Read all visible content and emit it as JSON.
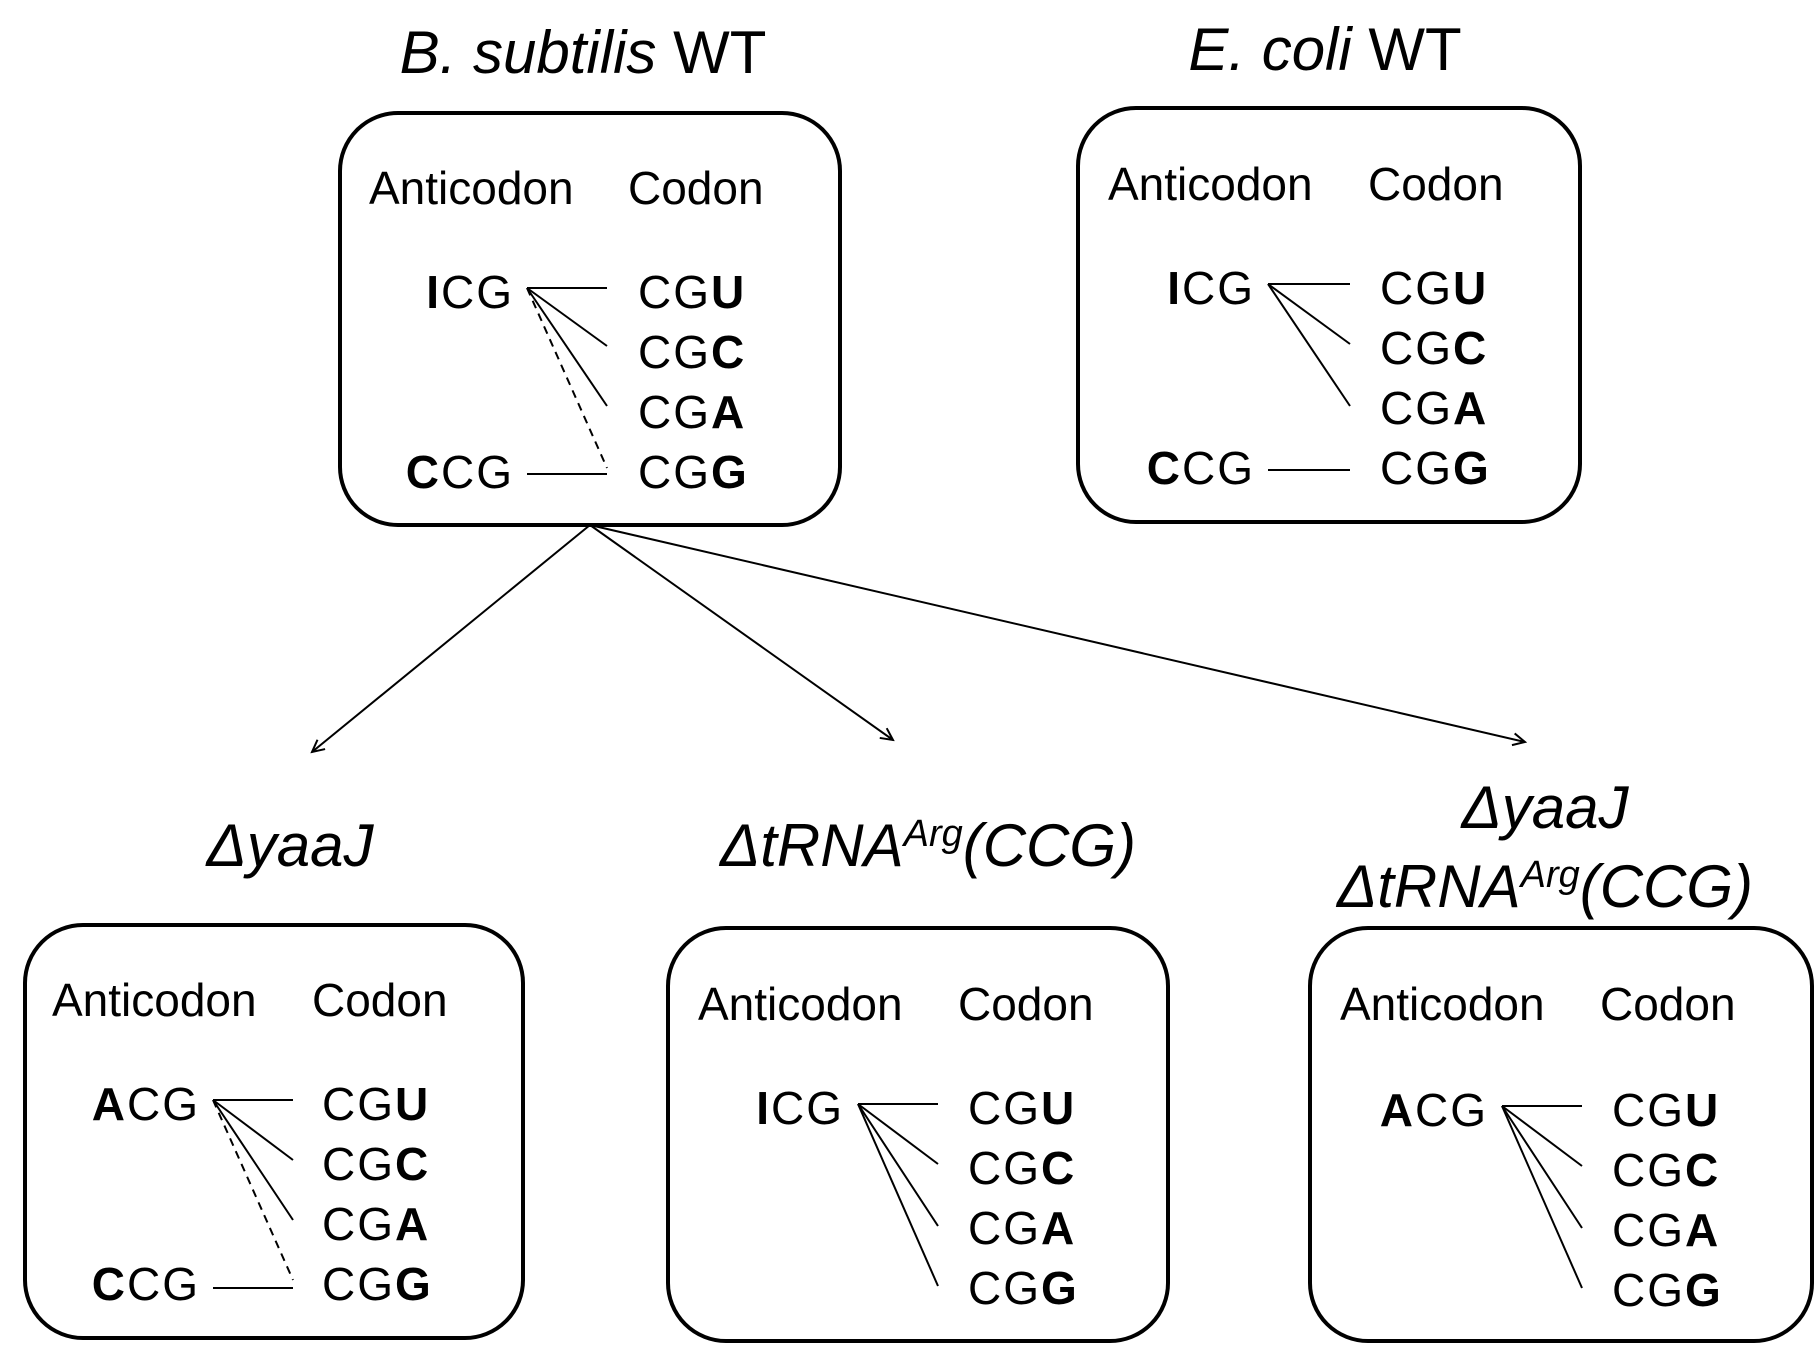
{
  "titles": {
    "bsub_species": "B. subtilis",
    "bsub_strain": "WT",
    "ecoli_species": "E. coli",
    "ecoli_strain": "WT",
    "yaaj_delta": "Δ",
    "yaaj_gene": "yaaJ",
    "trna_delta": "Δ",
    "trna_gene": "tRNA",
    "trna_sup": "Arg",
    "trna_anticodon": "(CCG)",
    "double_delta1": "Δ",
    "double_gene1": "yaaJ",
    "double_delta2": "Δ",
    "double_gene2": "tRNA",
    "double_sup": "Arg",
    "double_anticodon": "(CCG)"
  },
  "headers": {
    "anticodon": "Anticodon",
    "codon": "Codon"
  },
  "panels": {
    "bsub": {
      "tRNAs": [
        {
          "first": "I",
          "rest": "CG"
        },
        {
          "first": "C",
          "rest": "CG"
        }
      ],
      "codons": [
        {
          "prefix": "CG",
          "wobble": "U"
        },
        {
          "prefix": "CG",
          "wobble": "C"
        },
        {
          "prefix": "CG",
          "wobble": "A"
        },
        {
          "prefix": "CG",
          "wobble": "G"
        }
      ]
    },
    "ecoli": {
      "tRNAs": [
        {
          "first": "I",
          "rest": "CG"
        },
        {
          "first": "C",
          "rest": "CG"
        }
      ],
      "codons": [
        {
          "prefix": "CG",
          "wobble": "U"
        },
        {
          "prefix": "CG",
          "wobble": "C"
        },
        {
          "prefix": "CG",
          "wobble": "A"
        },
        {
          "prefix": "CG",
          "wobble": "G"
        }
      ]
    },
    "yaaj": {
      "tRNAs": [
        {
          "first": "A",
          "rest": "CG"
        },
        {
          "first": "C",
          "rest": "CG"
        }
      ],
      "codons": [
        {
          "prefix": "CG",
          "wobble": "U"
        },
        {
          "prefix": "CG",
          "wobble": "C"
        },
        {
          "prefix": "CG",
          "wobble": "A"
        },
        {
          "prefix": "CG",
          "wobble": "G"
        }
      ]
    },
    "trna": {
      "tRNAs": [
        {
          "first": "I",
          "rest": "CG"
        }
      ],
      "codons": [
        {
          "prefix": "CG",
          "wobble": "U"
        },
        {
          "prefix": "CG",
          "wobble": "C"
        },
        {
          "prefix": "CG",
          "wobble": "A"
        },
        {
          "prefix": "CG",
          "wobble": "G"
        }
      ]
    },
    "double": {
      "tRNAs": [
        {
          "first": "A",
          "rest": "CG"
        }
      ],
      "codons": [
        {
          "prefix": "CG",
          "wobble": "U"
        },
        {
          "prefix": "CG",
          "wobble": "C"
        },
        {
          "prefix": "CG",
          "wobble": "A"
        },
        {
          "prefix": "CG",
          "wobble": "G"
        }
      ]
    }
  }
}
